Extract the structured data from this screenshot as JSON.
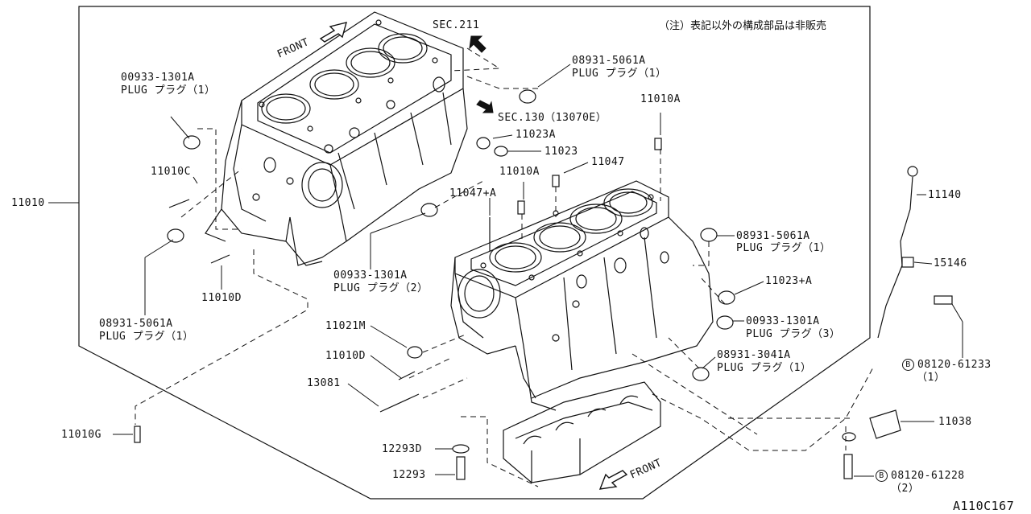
{
  "note": "（注）表記以外の構成部品は非販売",
  "diagram_code": "A110C167",
  "front_labels": [
    "FRONT",
    "FRONT"
  ],
  "section_refs": [
    "SEC.211",
    "SEC.130（13070E）"
  ],
  "callouts": {
    "c11010": "11010",
    "c00933_top_num": "00933-1301A",
    "c00933_top_desc": "PLUG プラグ（1）",
    "c11010C": "11010C",
    "c08931_left_num": "08931-5061A",
    "c08931_left_desc": "PLUG プラグ（1）",
    "c11010D_left": "11010D",
    "c11010G": "11010G",
    "c00933_mid_num": "00933-1301A",
    "c00933_mid_desc": "PLUG プラグ（2）",
    "c08931_top_num": "08931-5061A",
    "c08931_top_desc": "PLUG プラグ（1）",
    "c11010A_top": "11010A",
    "c11023A": "11023A",
    "c11023": "11023",
    "c11010A_mid": "11010A",
    "c11047": "11047",
    "c11047A": "11047+A",
    "c08931_right_num": "08931-5061A",
    "c08931_right_desc": "PLUG プラグ（1）",
    "c11023A_plus": "11023+A",
    "c00933_right_num": "00933-1301A",
    "c00933_right_desc": "PLUG プラグ（3）",
    "c08931_3041_num": "08931-3041A",
    "c08931_3041_desc": "PLUG プラグ（1）",
    "c11021M": "11021M",
    "c11010D_mid": "11010D",
    "c13081": "13081",
    "c12293D": "12293D",
    "c12293": "12293",
    "c11140": "11140",
    "c15146": "15146",
    "c08120_61233": "08120-61233",
    "c08120_61233_qty": "（1）",
    "c11038": "11038",
    "c08120_61228": "08120-61228",
    "c08120_61228_qty": "（2）",
    "bolt_symbol": "B"
  }
}
